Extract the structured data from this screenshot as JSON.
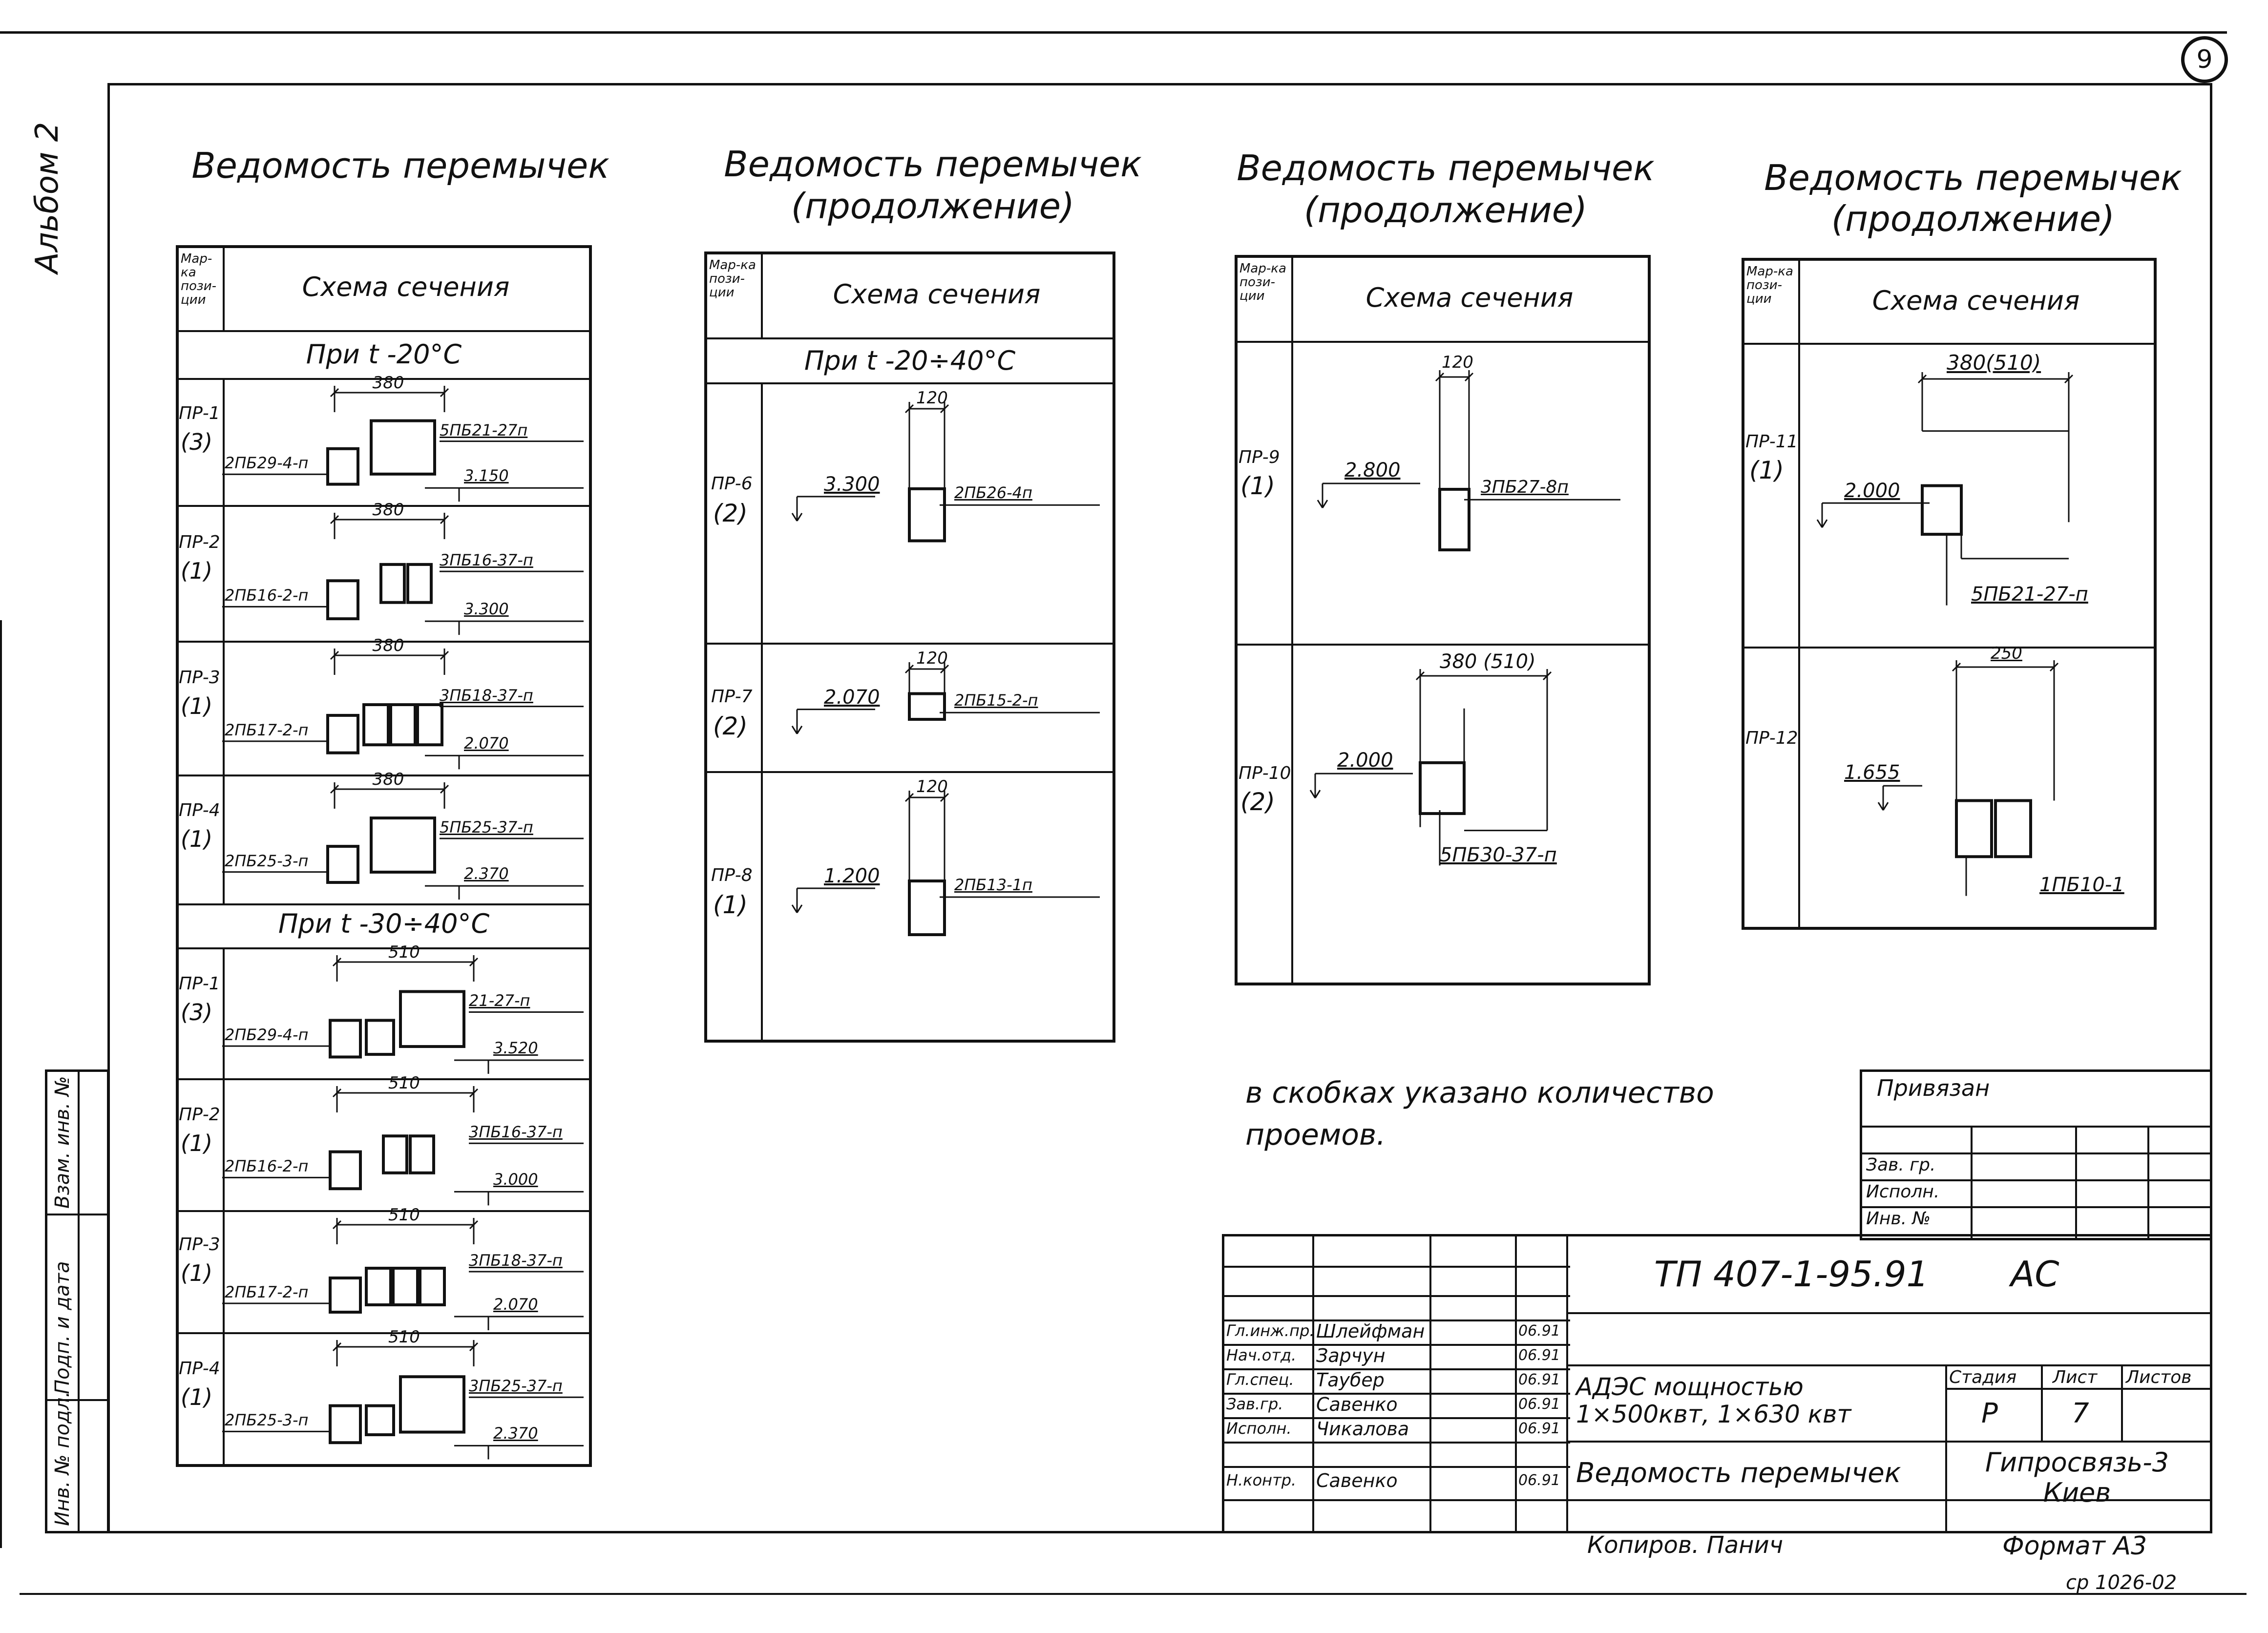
{
  "sheet": {
    "sheet_number": "9",
    "album_label": "Альбом 2",
    "note": "в скобках указано количество проемов.",
    "copied_by": "Копиров. Панич",
    "format": "Формат А3",
    "stamp_code": "ср 1026-02"
  },
  "side_stamp": {
    "cells": [
      "Инв. № подл.",
      "Подп. и дата",
      "Взам. инв. №"
    ]
  },
  "tables": [
    {
      "title": "Ведомость перемычек",
      "subtitle": "",
      "col_mark": "Мар-ка пози-ции",
      "col_scheme": "Схема сечения",
      "bands": [
        "При t -20°С",
        "При t -30÷40°С"
      ],
      "rows": [
        {
          "mark": "ПР-1",
          "count": "(3)",
          "dim": "380",
          "left": "2ПБ29-4-п",
          "right": "5ПБ21-27п",
          "level": "3.150"
        },
        {
          "mark": "ПР-2",
          "count": "(1)",
          "dim": "380",
          "left": "2ПБ16-2-п",
          "right": "3ПБ16-37-п",
          "level": "3.300"
        },
        {
          "mark": "ПР-3",
          "count": "(1)",
          "dim": "380",
          "left": "2ПБ17-2-п",
          "right": "3ПБ18-37-п",
          "level": "2.070"
        },
        {
          "mark": "ПР-4",
          "count": "(1)",
          "dim": "380",
          "left": "2ПБ25-3-п",
          "right": "5ПБ25-37-п",
          "level": "2.370"
        },
        {
          "mark": "ПР-1",
          "count": "(3)",
          "dim": "510",
          "left": "2ПБ29-4-п",
          "right": "21-27-п",
          "level": "3.520"
        },
        {
          "mark": "ПР-2",
          "count": "(1)",
          "dim": "510",
          "left": "2ПБ16-2-п",
          "right": "3ПБ16-37-п",
          "level": "3.000"
        },
        {
          "mark": "ПР-3",
          "count": "(1)",
          "dim": "510",
          "left": "2ПБ17-2-п",
          "right": "3ПБ18-37-п",
          "level": "2.070"
        },
        {
          "mark": "ПР-4",
          "count": "(1)",
          "dim": "510",
          "left": "2ПБ25-3-п",
          "right": "3ПБ25-37-п",
          "level": "2.370"
        }
      ]
    },
    {
      "title": "Ведомость перемычек",
      "subtitle": "(продолжение)",
      "col_mark": "Мар-ка пози-ции",
      "col_scheme": "Схема сечения",
      "bands": [
        "При t -20÷40°С"
      ],
      "rows": [
        {
          "mark": "ПР-6",
          "count": "(2)",
          "dim": "120",
          "level": "3.300",
          "right": "2ПБ26-4п"
        },
        {
          "mark": "ПР-7",
          "count": "(2)",
          "dim": "120",
          "level": "2.070",
          "right": "2ПБ15-2-п"
        },
        {
          "mark": "ПР-8",
          "count": "(1)",
          "dim": "120",
          "level": "1.200",
          "right": "2ПБ13-1п"
        }
      ]
    },
    {
      "title": "Ведомость перемычек",
      "subtitle": "(продолжение)",
      "col_mark": "Мар-ка пози-ции",
      "col_scheme": "Схема сечения",
      "rows": [
        {
          "mark": "ПР-9",
          "count": "(1)",
          "dim": "120",
          "level": "2.800",
          "right": "3ПБ27-8п"
        },
        {
          "mark": "ПР-10",
          "count": "(2)",
          "dim": "380 (510)",
          "level": "2.000",
          "right": "5ПБ30-37-п"
        }
      ]
    },
    {
      "title": "Ведомость перемычек",
      "subtitle": "(продолжение)",
      "col_mark": "Мар-ка пози-ции",
      "col_scheme": "Схема сечения",
      "rows": [
        {
          "mark": "ПР-11",
          "count": "(1)",
          "dim": "380(510)",
          "level": "2.000",
          "right": "5ПБ21-27-п"
        },
        {
          "mark": "ПР-12",
          "count": "",
          "dim": "250",
          "level": "1.655",
          "right": "1ПБ10-1"
        }
      ]
    }
  ],
  "title_block": {
    "tied": "Привязан",
    "tied_rows": [
      "Зав. гр.",
      "Исполн.",
      "Инв. №"
    ],
    "code": "ТП 407-1-95.91",
    "code_suffix": "АС",
    "people": [
      {
        "role": "Гл.инж.пр.",
        "name": "Шлейфман",
        "date": "06.91"
      },
      {
        "role": "Нач.отд.",
        "name": "Зарчун",
        "date": "06.91"
      },
      {
        "role": "Гл.спец.",
        "name": "Таубер",
        "date": "06.91"
      },
      {
        "role": "Зав.гр.",
        "name": "Савенко",
        "date": "06.91"
      },
      {
        "role": "Исполн.",
        "name": "Чикалова",
        "date": "06.91"
      },
      {
        "role": "Н.контр.",
        "name": "Савенко",
        "date": "06.91"
      }
    ],
    "project": "АДЭС мощностью 1×500квт, 1×630 квт",
    "stage_label": "Стадия",
    "sheet_label": "Лист",
    "sheets_label": "Листов",
    "stage": "Р",
    "sheet": "7",
    "doc_title": "Ведомость перемычек",
    "org": "Гипросвязь-3 Киев"
  }
}
